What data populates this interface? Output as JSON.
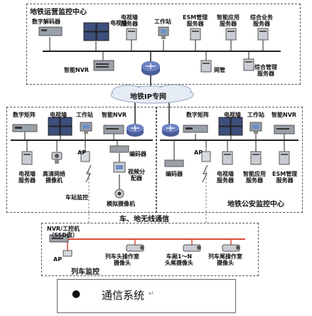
{
  "sections": {
    "ops_center": "地铁运营监控中心",
    "ip_network": "地铁IP专网",
    "police_center": "地铁公安监控中心",
    "wireless": "车、地无线通信",
    "train_monitor": "列车监控",
    "station_monitor": "车站监控"
  },
  "ops_devices": {
    "digital_decoder": "数字解码器",
    "video_wall": "电视墙",
    "wall_server": "电视墙\n服务器",
    "workstation": "工作站",
    "esm_server": "ESM管理\n服务器",
    "app_server": "智能应用\n服务器",
    "biz_server": "综合业务\n服务器",
    "smart_nvr": "智能NVR",
    "gateway": "网管",
    "mgmt_server": "综合管理\n服务器"
  },
  "station_devices": {
    "digital_matrix": "数字矩阵",
    "video_wall": "电视墙",
    "workstation": "工作站",
    "smart_nvr": "智能NVR",
    "ap": "AP",
    "encoder": "编码器",
    "video_splitter": "视频分\n配器",
    "wall_server": "电视墙\n服务器",
    "hd_camera": "高清网络\n摄像机",
    "analog_camera": "模拟摄像机"
  },
  "police_devices": {
    "digital_matrix": "数字矩阵",
    "video_wall": "电视墙",
    "workstation": "工作站",
    "smart_nvr": "智能NVR",
    "ap": "AP",
    "encoder": "编码器",
    "wall_server": "电视墙\n服务器",
    "app_server": "智能应用\n服务器",
    "esm_server": "ESM管理\n服务器"
  },
  "train_devices": {
    "nvr": "NVR/工控机\n（SSD盘）",
    "ap": "AP",
    "head_cam": "列车头操作室\n摄像头",
    "car_cam": "车厢1～N\n头尾摄像头",
    "tail_cam": "列车尾操作室\n摄像头"
  },
  "caption": {
    "bullet": "●",
    "text": "通信系统",
    "mark": "↵"
  },
  "colors": {
    "router_blue": "#5a6fb0",
    "red_link": "#d94a3a",
    "device_gray": "#9aa0a8",
    "screen_blue": "#6b8fc7"
  }
}
